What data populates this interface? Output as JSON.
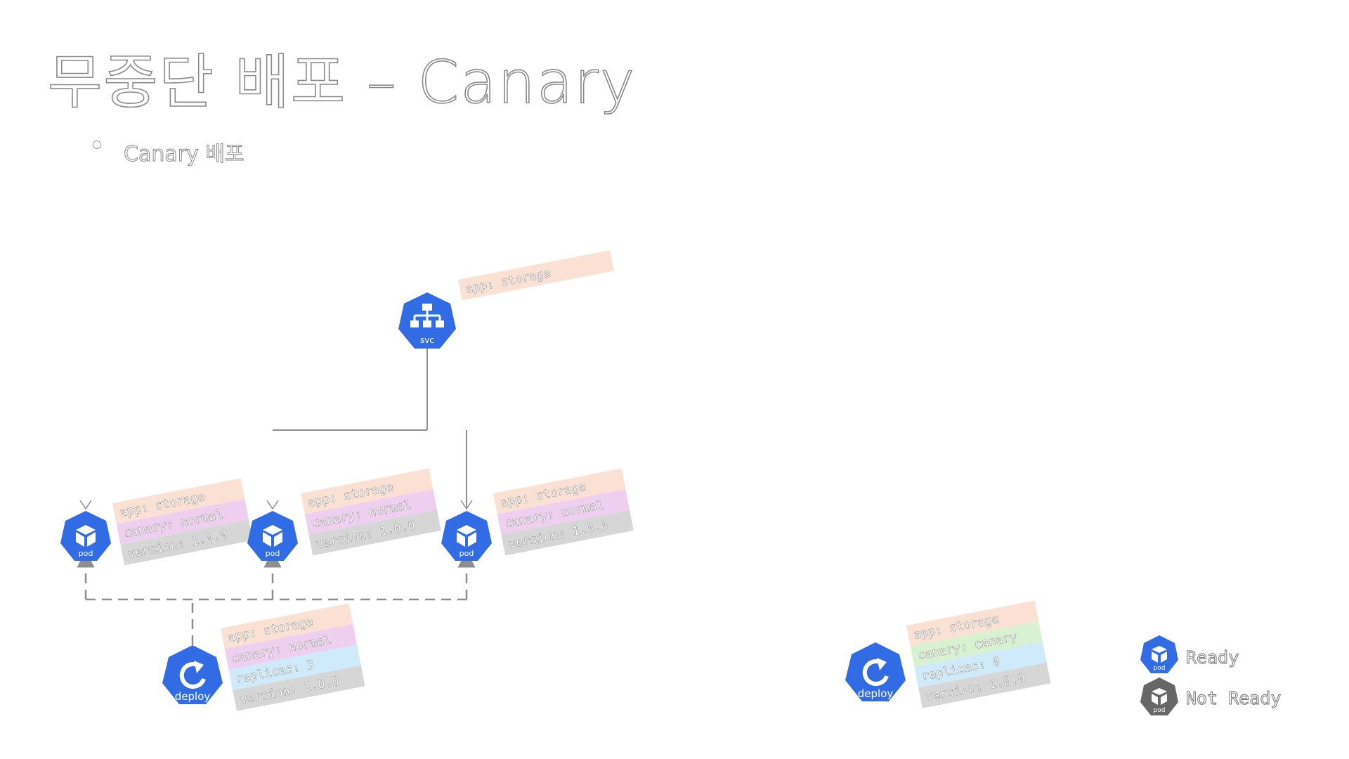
{
  "slide": {
    "title": "무중단 배포 – Canary",
    "bullet": "Canary 배포"
  },
  "colors": {
    "k8s_blue": "#326ce5",
    "not_ready_gray": "#666666",
    "label_app": "#fbe1d3",
    "label_canary_normal": "#efcff0",
    "label_canary_canary": "#d8f1d0",
    "label_replicas": "#cfeafa",
    "label_version": "#d6d6d6",
    "line": "#8e8e8e"
  },
  "service": {
    "icon_text": "svc",
    "labels": [
      "app: storage"
    ]
  },
  "pods": [
    {
      "icon_text": "pod",
      "labels": [
        "app: storage",
        "canary: normal",
        "version: 1.0.0"
      ]
    },
    {
      "icon_text": "pod",
      "labels": [
        "app: storage",
        "canary: normal",
        "version: 1.0.0"
      ]
    },
    {
      "icon_text": "pod",
      "labels": [
        "app: storage",
        "canary: normal",
        "version: 1.0.0"
      ]
    }
  ],
  "deployments": [
    {
      "icon_text": "deploy",
      "labels": [
        "app: storage",
        "canary: normal",
        "replicas: 3",
        "version: 1.0.0"
      ]
    },
    {
      "icon_text": "deploy",
      "labels": [
        "app: storage",
        "canary: canary",
        "replicas: 0",
        "version: 1.0.0"
      ]
    }
  ],
  "legend": {
    "ready": {
      "icon": "pod-icon",
      "icon_text": "pod",
      "label": "Ready"
    },
    "not_ready": {
      "icon": "pod-icon",
      "icon_text": "pod",
      "label": "Not Ready"
    }
  }
}
